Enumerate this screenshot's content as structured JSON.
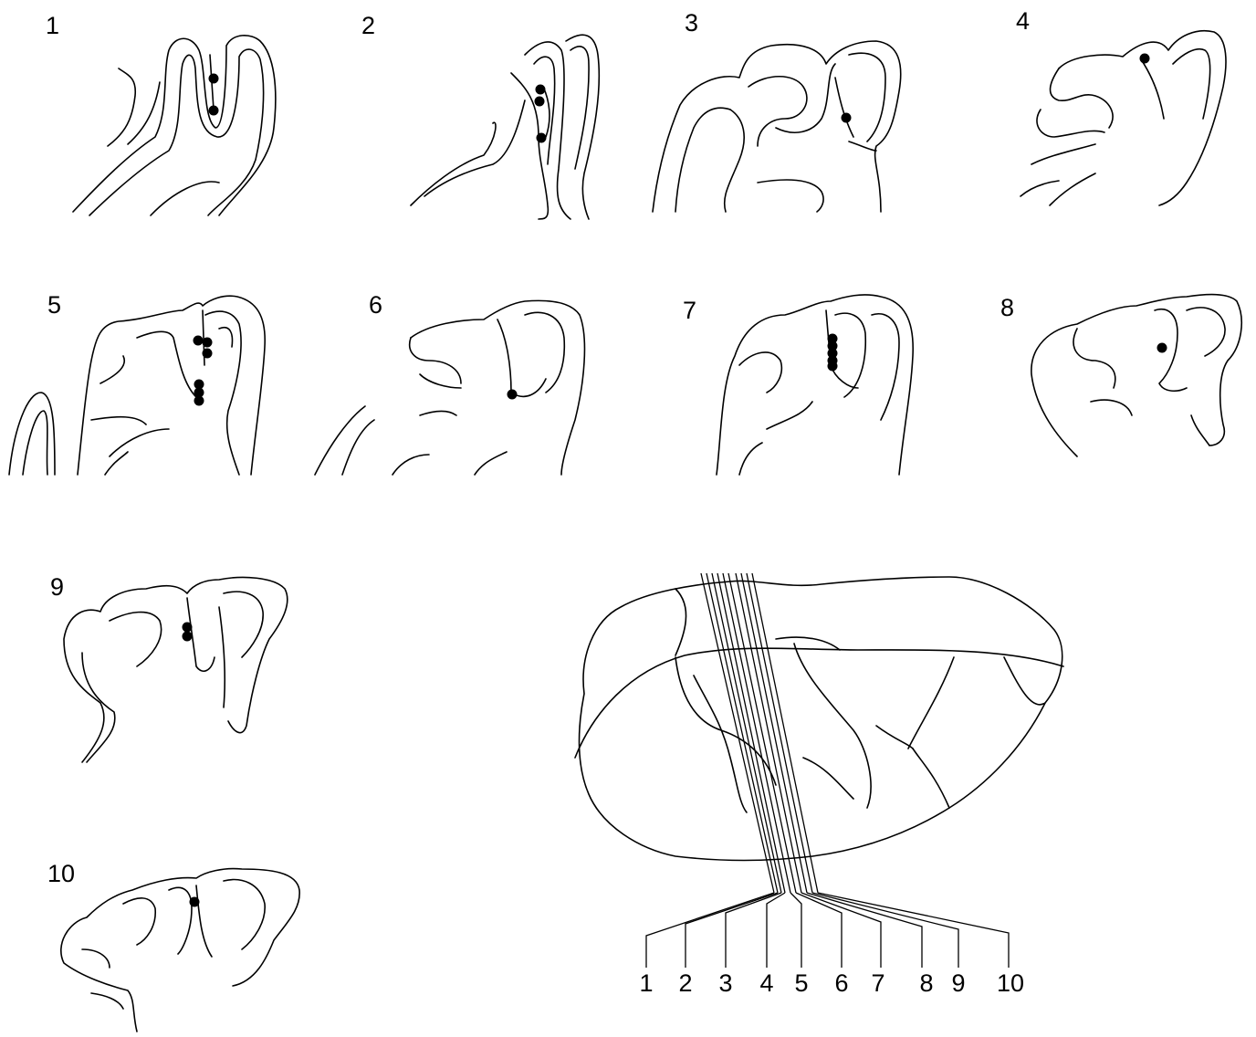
{
  "panels": [
    {
      "label": "1"
    },
    {
      "label": "2"
    },
    {
      "label": "3"
    },
    {
      "label": "4"
    },
    {
      "label": "5"
    },
    {
      "label": "6"
    },
    {
      "label": "7"
    },
    {
      "label": "8"
    },
    {
      "label": "9"
    },
    {
      "label": "10"
    }
  ],
  "brain_map": {
    "section_labels": [
      "1",
      "2",
      "3",
      "4",
      "5",
      "6",
      "7",
      "8",
      "9",
      "10"
    ]
  },
  "colors": {
    "ink": "#000000",
    "background": "#ffffff"
  }
}
